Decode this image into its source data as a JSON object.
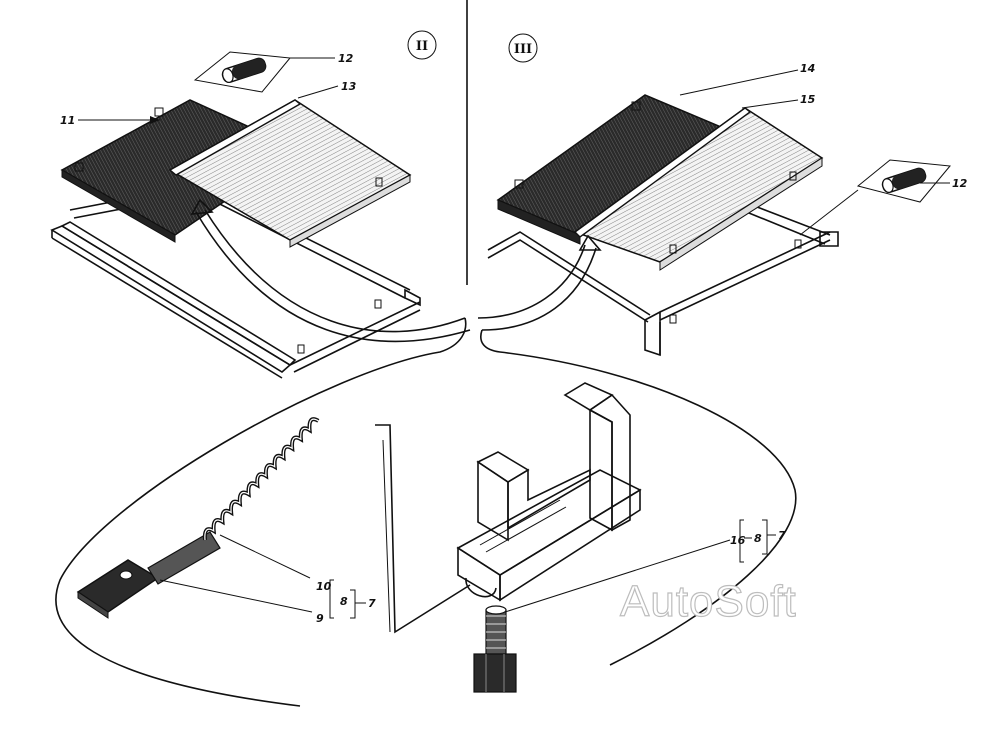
{
  "views": {
    "left_roman": "II",
    "right_roman": "III"
  },
  "callouts": {
    "c11": "11",
    "c12_left": "12",
    "c13": "13",
    "c14": "14",
    "c15": "15",
    "c12_right": "12",
    "c10": "10",
    "c9": "9",
    "c8_spring": "8",
    "c7_spring": "7",
    "c16": "16",
    "c8_clip": "8",
    "c7_clip": "7"
  },
  "watermark": "AutoSoft",
  "colors": {
    "ink": "#111111",
    "paper": "#ffffff",
    "watermark_stroke": "#bdbdbd"
  }
}
